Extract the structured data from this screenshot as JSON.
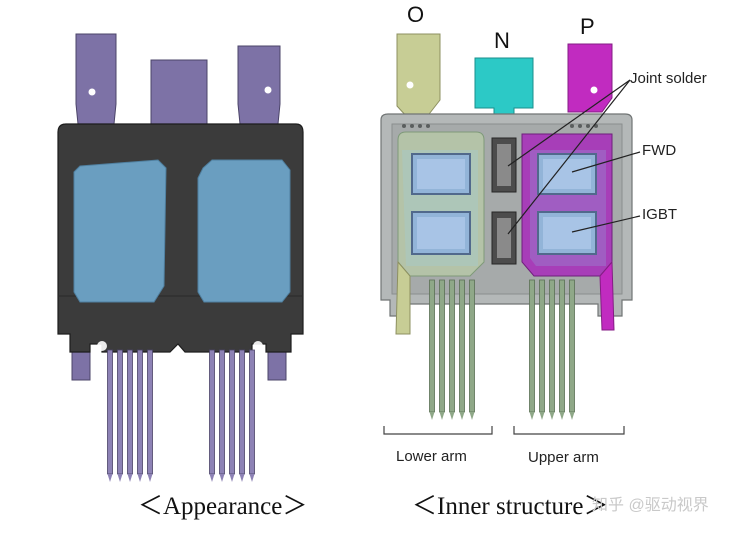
{
  "terminals": {
    "o": "O",
    "n": "N",
    "p": "P"
  },
  "callouts": {
    "joint_solder": "Joint solder",
    "fwd": "FWD",
    "igbt": "IGBT"
  },
  "arms": {
    "lower": "Lower arm",
    "upper": "Upper arm"
  },
  "captions": {
    "appearance": "＜Appearance＞",
    "inner": "＜Inner structure＞"
  },
  "watermark": "知乎 @驱动视界",
  "colors": {
    "housing": "#3b3b3b",
    "window": "#6a9ec0",
    "terminal_lead": "#7d72a6",
    "o_terminal": "#c7cd95",
    "n_terminal": "#2cc9c6",
    "p_terminal": "#c12bc0",
    "chip": "#92b4d8"
  }
}
